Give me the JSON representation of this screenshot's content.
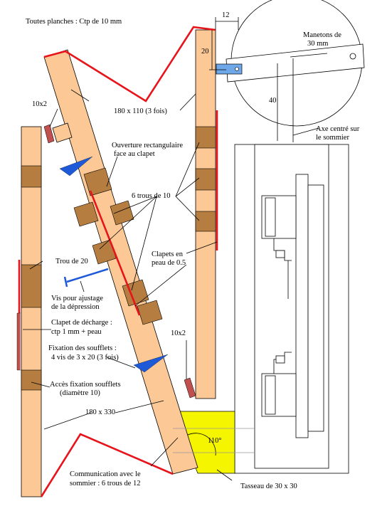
{
  "labels": {
    "title": "Toutes planches : Ctp de 10 mm",
    "dim_12": "12",
    "dim_20": "20",
    "dim_40": "40",
    "manetons_1": "Manetons de",
    "manetons_2": "30 mm",
    "axe_1": "Axe centré sur",
    "axe_2": "le sommier",
    "dim_10x2_top": "10x2",
    "dim_180x110": "180 x 110 (3 fois)",
    "ouverture_1": "Ouverture rectangulaire",
    "ouverture_2": "face au clapet",
    "trous_6": "6 trous de 10",
    "trou_20": "Trou de 20",
    "clapets_1": "Clapets en",
    "clapets_2": "peau de 0.5",
    "vis_1": "Vis pour ajustage",
    "vis_2": "de la dépression",
    "decharge_1": "Clapet de décharge :",
    "decharge_2": "ctp 1 mm + peau",
    "dim_10x2_bottom": "10x2",
    "fixation_1": "Fixation des soufflets :",
    "fixation_2": "4 vis de 3 x 20 (3 fois)",
    "acces_1": "Accès fixation soufflets",
    "acces_2": "(diamètre 10)",
    "dim_180x330": "180 x 330",
    "angle_110": "110°",
    "communication_1": "Communication avec le",
    "communication_2": "sommier : 6 trous de 12",
    "tasseau": "Tasseau de 30 x 30"
  },
  "colors": {
    "plank": "#FBC896",
    "hole": "#B57E40",
    "leather_red": "#E8141B",
    "screw_blue": "#1E5AD8",
    "crank_blue": "#6FA8E8",
    "tasseau_yellow": "#F5F500"
  }
}
